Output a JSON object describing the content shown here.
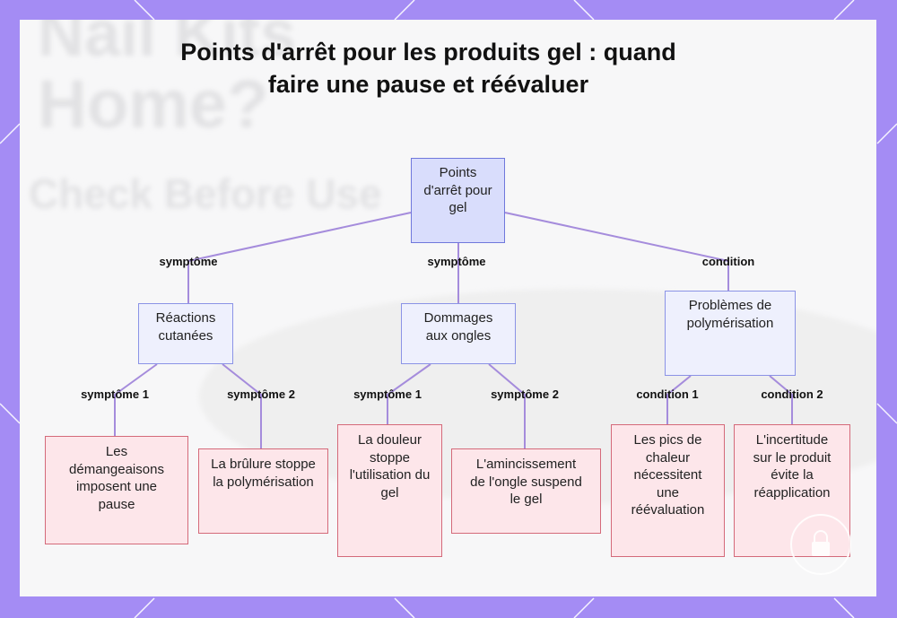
{
  "title": "Points d'arrêt pour les produits gel : quand faire une pause et réévaluer",
  "background_watermark_lines": [
    "Nail Kits",
    "Home?",
    "Check Before Use"
  ],
  "colors": {
    "frame": "#a48cf4",
    "panel": "#f7f7f8",
    "edge": "#a58cdc",
    "root_fill": "#d9ddfc",
    "mid_fill": "#eef0fd",
    "mid_border": "#8b93e6",
    "leaf_fill": "#fde6ea",
    "leaf_border": "#d46a7a"
  },
  "nodes": {
    "root": {
      "label": "Points d'arrêt pour gel"
    },
    "reactions": {
      "label": "Réactions cutanées"
    },
    "dommages": {
      "label": "Dommages aux ongles"
    },
    "problemes": {
      "label": "Problèmes de polymérisation"
    },
    "demangeaisons": {
      "label": "Les démangeaisons imposent une pause"
    },
    "brulure": {
      "label": "La brûlure stoppe la polymérisation"
    },
    "douleur": {
      "label": "La douleur stoppe l'utilisation du gel"
    },
    "amincissement": {
      "label": "L'amincissement de l'ongle suspend le gel"
    },
    "chaleur": {
      "label": "Les pics de chaleur nécessitent une réévaluation"
    },
    "incertitude": {
      "label": "L'incertitude sur le produit évite la réapplication"
    }
  },
  "edges": [
    {
      "from": "root",
      "to": "reactions",
      "label": "symptôme"
    },
    {
      "from": "root",
      "to": "dommages",
      "label": "symptôme"
    },
    {
      "from": "root",
      "to": "problemes",
      "label": "condition"
    },
    {
      "from": "reactions",
      "to": "demangeaisons",
      "label": "symptôme 1"
    },
    {
      "from": "reactions",
      "to": "brulure",
      "label": "symptôme 2"
    },
    {
      "from": "dommages",
      "to": "douleur",
      "label": "symptôme 1"
    },
    {
      "from": "dommages",
      "to": "amincissement",
      "label": "symptôme 2"
    },
    {
      "from": "problemes",
      "to": "chaleur",
      "label": "condition 1"
    },
    {
      "from": "problemes",
      "to": "incertitude",
      "label": "condition 2"
    }
  ],
  "badge_icon": "lock-badge-icon"
}
